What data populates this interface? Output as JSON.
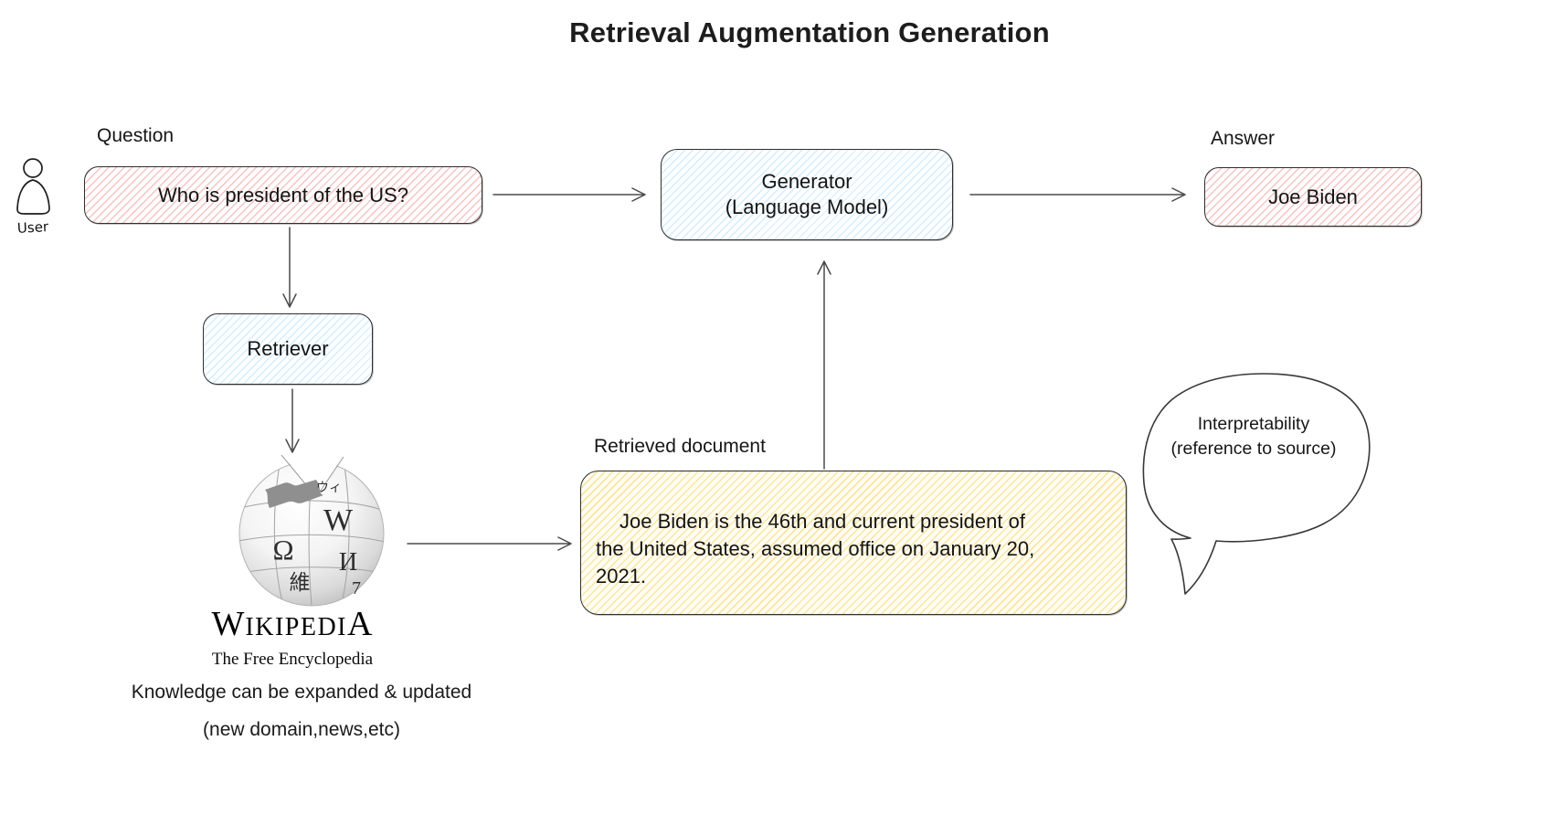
{
  "title": "Retrieval Augmentation Generation",
  "user": {
    "label": "User"
  },
  "labels": {
    "question": "Question",
    "answer": "Answer",
    "retrieved_document": "Retrieved document"
  },
  "nodes": {
    "question": "Who is president of the US?",
    "generator_line1": "Generator",
    "generator_line2": "(Language Model)",
    "retriever": "Retriever",
    "answer": "Joe Biden",
    "retrieved_document": "Joe Biden is the 46th and current president of the United States, assumed office on January 20, 2021."
  },
  "wikipedia": {
    "wordmark_first": "W",
    "wordmark_mid": "IKIPEDI",
    "wordmark_last": "A",
    "tagline": "The Free Encyclopedia",
    "globe_chars": [
      "W",
      "Ω",
      "И",
      "維",
      "ウィ",
      "7"
    ]
  },
  "notes": {
    "line1": "Knowledge can be expanded & updated",
    "line2": "(new domain,news,etc)"
  },
  "speech_bubble": {
    "line1": "Interpretability",
    "line2": "(reference to source)"
  },
  "colors": {
    "pink": "#ffc9c9",
    "blue": "#a5d8ff",
    "yellow": "#ffec99",
    "stroke": "#2f2f2f",
    "arrow": "#4a4a4a"
  }
}
